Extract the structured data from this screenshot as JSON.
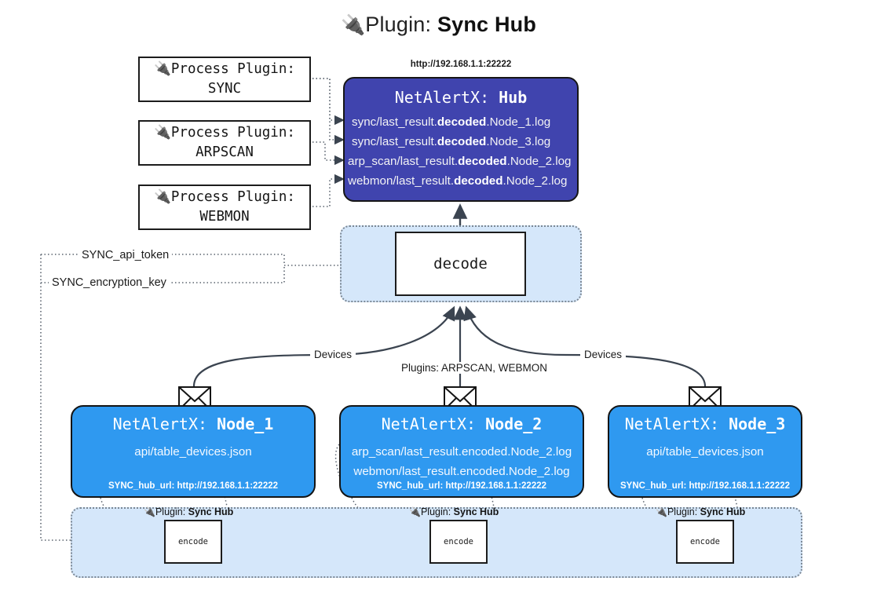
{
  "title": {
    "icon": "plug-icon",
    "prefix": "Plugin: ",
    "name": "Sync Hub"
  },
  "process_plugins": [
    {
      "icon": "plug-icon",
      "line1": "Process Plugin:",
      "line2": "SYNC"
    },
    {
      "icon": "plug-icon",
      "line1": "Process Plugin:",
      "line2": "ARPSCAN"
    },
    {
      "icon": "plug-icon",
      "line1": "Process Plugin:",
      "line2": "WEBMON"
    }
  ],
  "hub": {
    "url": "http://192.168.1.1:22222",
    "title_prefix": "NetAlertX: ",
    "title_name": "Hub",
    "lines": [
      {
        "pre": "sync/last_result.",
        "mid": "decoded",
        "post": ".Node_1.log"
      },
      {
        "pre": "sync/last_result.",
        "mid": "decoded",
        "post": ".Node_3.log"
      },
      {
        "pre": "arp_scan/last_result.",
        "mid": "decoded",
        "post": ".Node_2.log"
      },
      {
        "pre": "webmon/last_result.",
        "mid": "decoded",
        "post": ".Node_2.log"
      }
    ],
    "fill_color": "#4044ae",
    "text_color": "#ffffff"
  },
  "decode": {
    "label": "decode",
    "group_fill": "#d5e7fa"
  },
  "secrets": {
    "api_token": "SYNC_api_token",
    "encryption_key": "SYNC_encryption_key"
  },
  "edge_labels": {
    "devices_left": "Devices",
    "devices_right": "Devices",
    "plugins_middle": "Plugins: ARPSCAN, WEBMON"
  },
  "nodes": [
    {
      "title_prefix": "NetAlertX: ",
      "title_name": "Node_1",
      "lines": [
        "api/table_devices.json"
      ],
      "footer": "SYNC_hub_url: http://192.168.1.1:22222",
      "fill_color": "#2f99f0"
    },
    {
      "title_prefix": "NetAlertX: ",
      "title_name": "Node_2",
      "lines": [
        "arp_scan/last_result.encoded.Node_2.log",
        "webmon/last_result.encoded.Node_2.log"
      ],
      "footer": "SYNC_hub_url: http://192.168.1.1:22222",
      "fill_color": "#2f99f0"
    },
    {
      "title_prefix": "NetAlertX: ",
      "title_name": "Node_3",
      "lines": [
        "api/table_devices.json"
      ],
      "footer": "SYNC_hub_url: http://192.168.1.1:22222",
      "fill_color": "#2f99f0"
    }
  ],
  "encode_band": {
    "caption_prefix": "Plugin: ",
    "caption_name": "Sync Hub",
    "box_label": "encode",
    "fill_color": "#d5e7fa"
  }
}
